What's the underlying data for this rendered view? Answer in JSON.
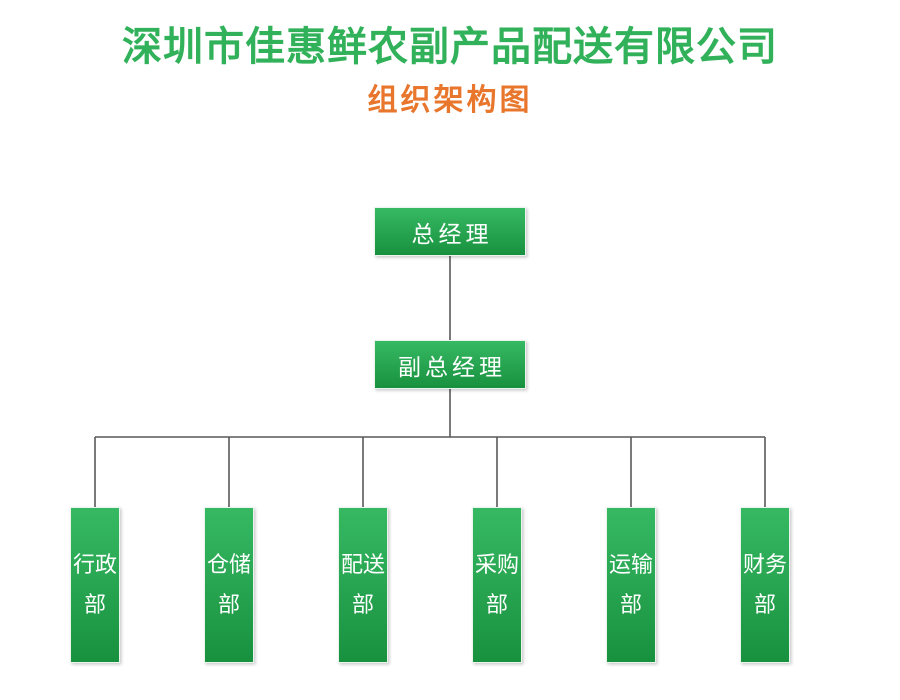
{
  "header": {
    "company_title": "深圳市佳惠鲜农副产品配送有限公司",
    "chart_subtitle": "组织架构图",
    "title_color": "#31b159",
    "subtitle_color": "#e8762c"
  },
  "chart_data": {
    "type": "diagram",
    "diagram_kind": "organization-chart",
    "title": "深圳市佳惠鲜农副产品配送有限公司",
    "subtitle": "组织架构图",
    "node_fill_top": "#36b962",
    "node_fill_bottom": "#18913e",
    "node_text_color": "#ffffff",
    "connector_color": "#595959",
    "background": "#ffffff",
    "levels": [
      {
        "level": 1,
        "nodes": [
          {
            "id": "gm",
            "label": "总经理",
            "orientation": "horizontal"
          }
        ]
      },
      {
        "level": 2,
        "nodes": [
          {
            "id": "dgm",
            "label": "副总经理",
            "orientation": "horizontal"
          }
        ]
      },
      {
        "level": 3,
        "nodes": [
          {
            "id": "dept1",
            "label": "行政部",
            "orientation": "vertical"
          },
          {
            "id": "dept2",
            "label": "仓储部",
            "orientation": "vertical"
          },
          {
            "id": "dept3",
            "label": "配送部",
            "orientation": "vertical"
          },
          {
            "id": "dept4",
            "label": "采购部",
            "orientation": "vertical"
          },
          {
            "id": "dept5",
            "label": "运输部",
            "orientation": "vertical"
          },
          {
            "id": "dept6",
            "label": "财务部",
            "orientation": "vertical"
          }
        ]
      }
    ],
    "edges": [
      {
        "from": "gm",
        "to": "dgm"
      },
      {
        "from": "dgm",
        "to": "dept1"
      },
      {
        "from": "dgm",
        "to": "dept2"
      },
      {
        "from": "dgm",
        "to": "dept3"
      },
      {
        "from": "dgm",
        "to": "dept4"
      },
      {
        "from": "dgm",
        "to": "dept5"
      },
      {
        "from": "dgm",
        "to": "dept6"
      }
    ]
  },
  "nodes": {
    "gm": {
      "label": "总经理"
    },
    "dgm": {
      "label": "副总经理"
    },
    "dept1": {
      "label": "行政部"
    },
    "dept2": {
      "label": "仓储部"
    },
    "dept3": {
      "label": "配送部"
    },
    "dept4": {
      "label": "采购部"
    },
    "dept5": {
      "label": "运输部"
    },
    "dept6": {
      "label": "财务部"
    }
  }
}
